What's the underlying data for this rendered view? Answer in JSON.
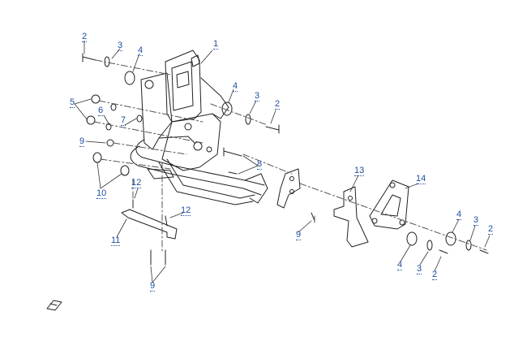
{
  "diagram": {
    "callout_color": "#1f4fa0",
    "line_color": "#222222",
    "leader_color": "#333333",
    "callouts": [
      {
        "id": "c1",
        "label": "1"
      },
      {
        "id": "c2a",
        "label": "2"
      },
      {
        "id": "c3a",
        "label": "3"
      },
      {
        "id": "c4a",
        "label": "4"
      },
      {
        "id": "c4b",
        "label": "4"
      },
      {
        "id": "c3b",
        "label": "3"
      },
      {
        "id": "c2b",
        "label": "2"
      },
      {
        "id": "c5",
        "label": "5"
      },
      {
        "id": "c6",
        "label": "6"
      },
      {
        "id": "c7",
        "label": "7"
      },
      {
        "id": "c9a",
        "label": "9"
      },
      {
        "id": "c10",
        "label": "10"
      },
      {
        "id": "c8",
        "label": "8"
      },
      {
        "id": "c12a",
        "label": "12"
      },
      {
        "id": "c12b",
        "label": "12"
      },
      {
        "id": "c11",
        "label": "11"
      },
      {
        "id": "c9b",
        "label": "9"
      },
      {
        "id": "c9c",
        "label": "9"
      },
      {
        "id": "c13",
        "label": "13"
      },
      {
        "id": "c14",
        "label": "14"
      },
      {
        "id": "c4c",
        "label": "4"
      },
      {
        "id": "c3c",
        "label": "3"
      },
      {
        "id": "c2c",
        "label": "2"
      },
      {
        "id": "c4d",
        "label": "4"
      },
      {
        "id": "c3d",
        "label": "3"
      },
      {
        "id": "c2d",
        "label": "2"
      }
    ]
  }
}
